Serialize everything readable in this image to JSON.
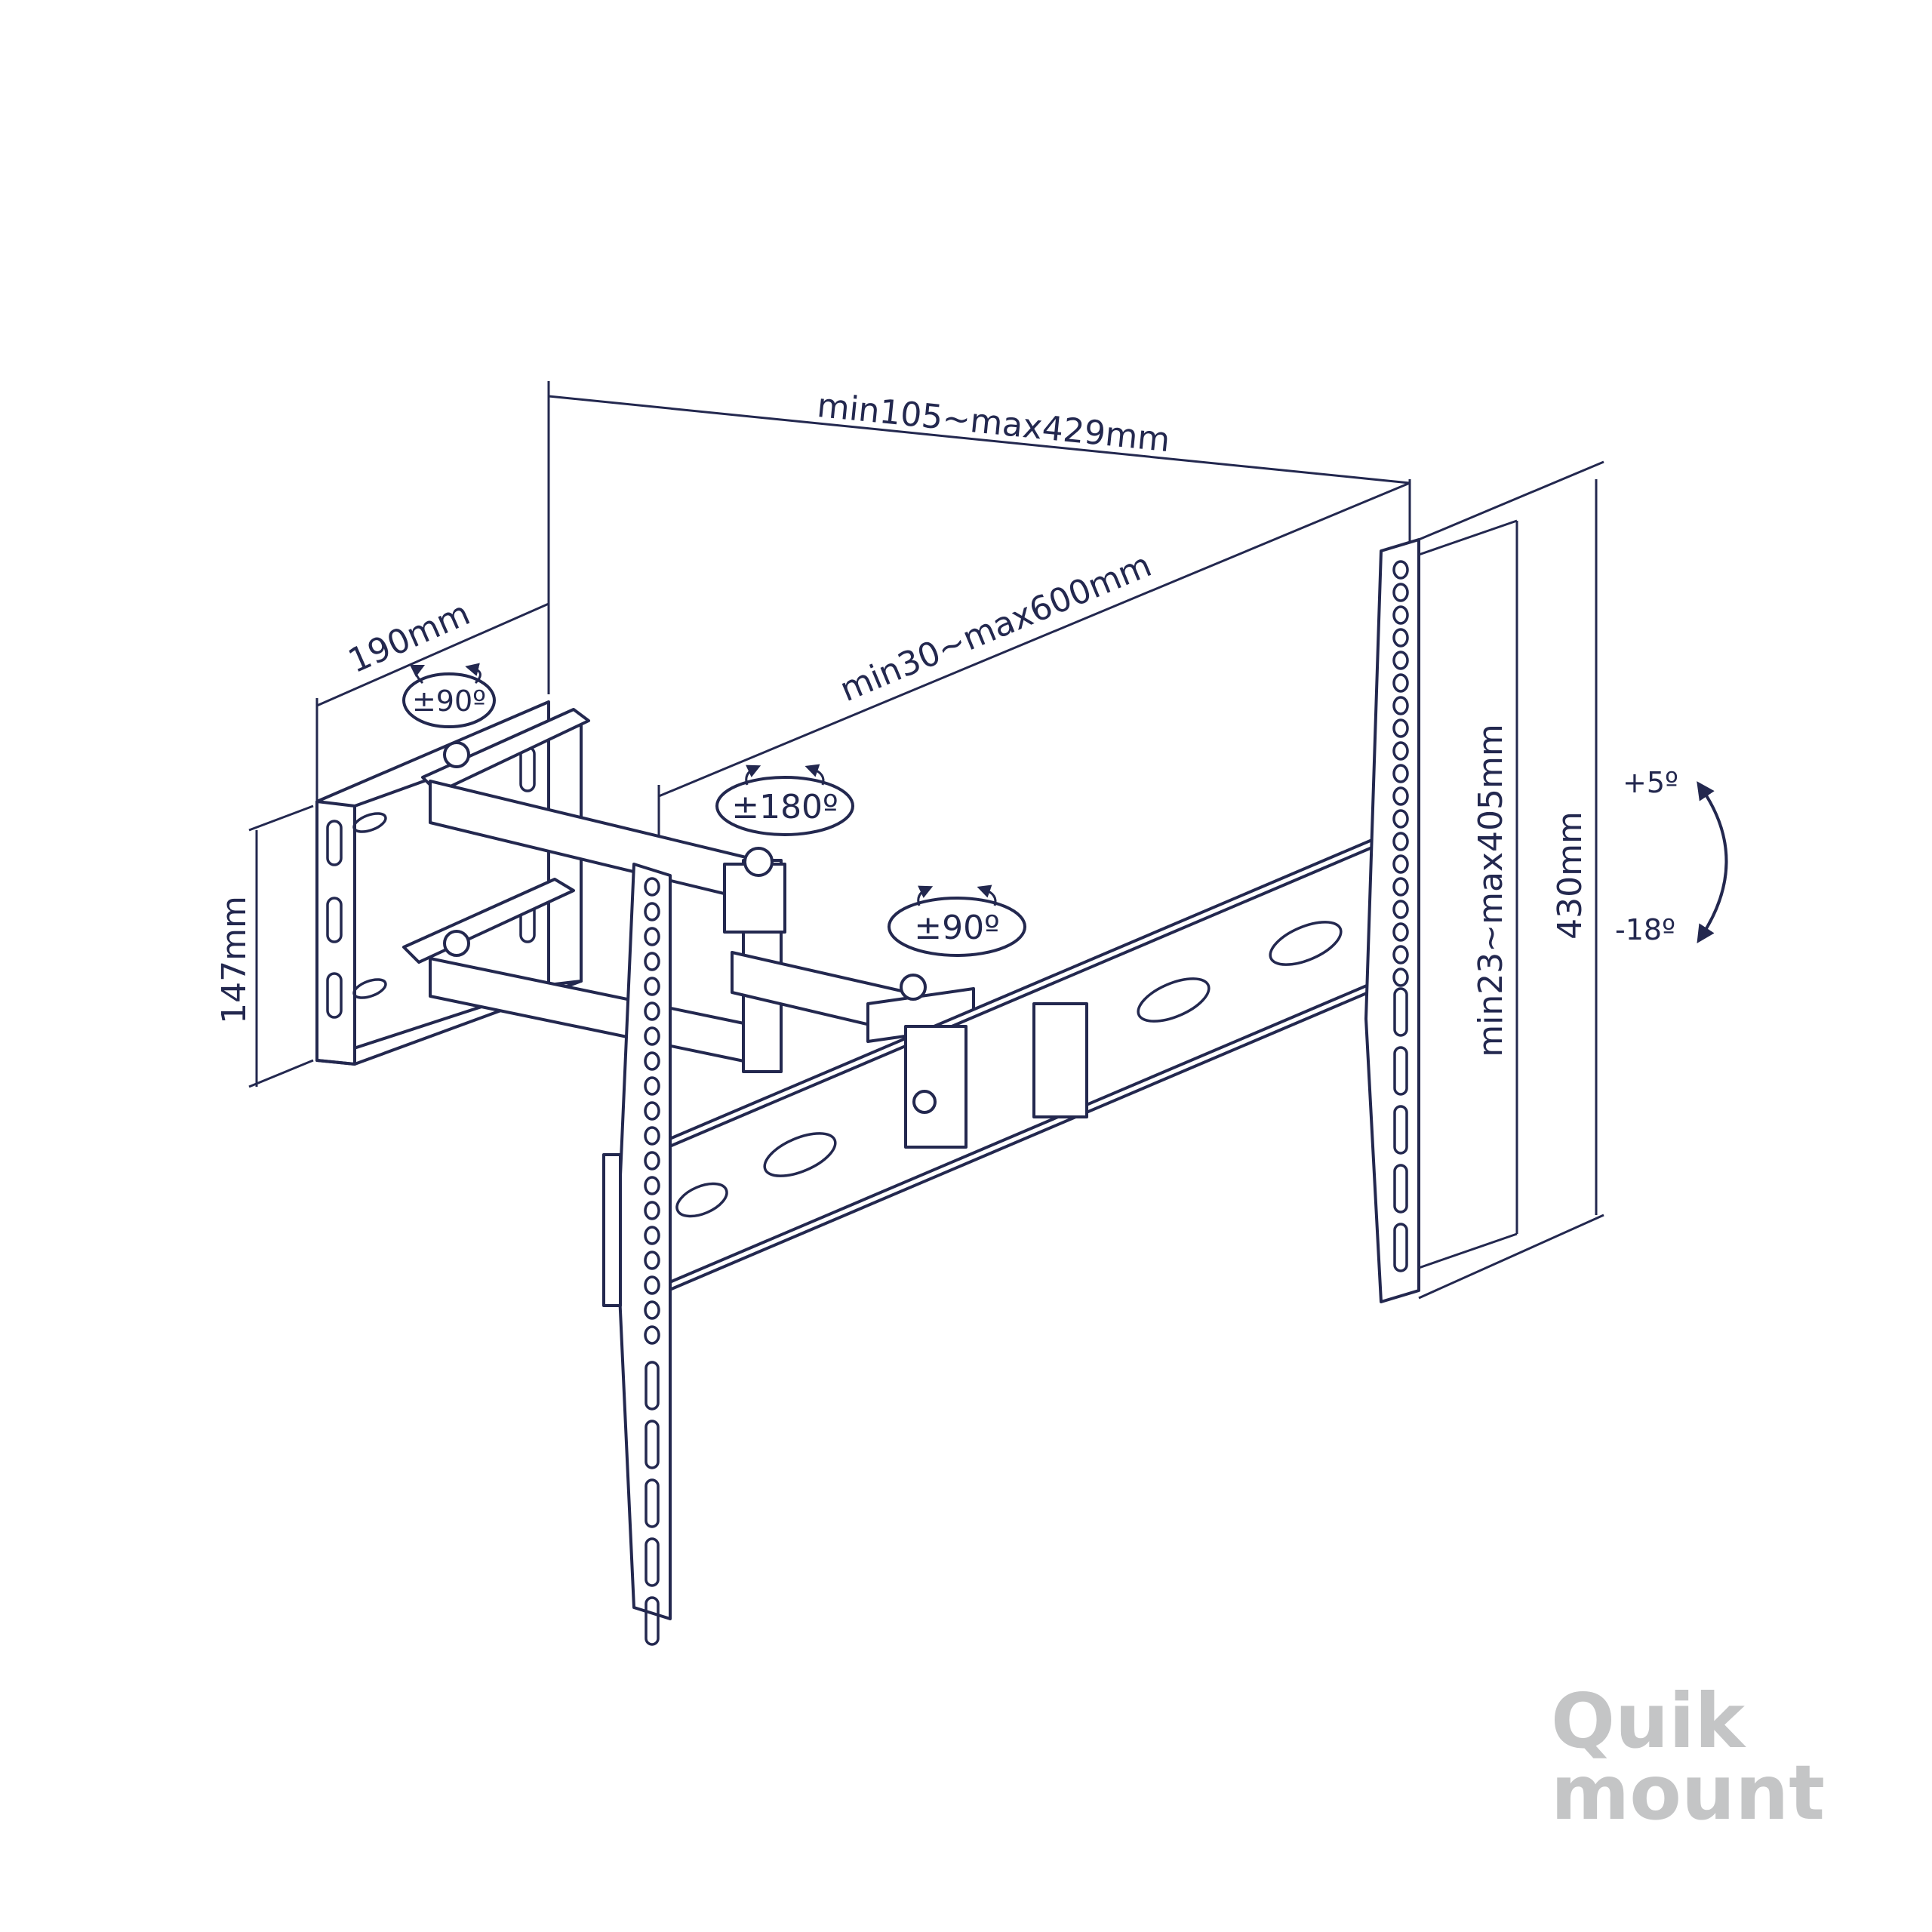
{
  "dimensions": {
    "depth_top": "min105~max429mm",
    "arm_extension": "min30~max600mm",
    "wall_plate_width": "190mm",
    "wall_plate_height": "147mm",
    "vesa_vertical": "min23~max405mm",
    "bracket_height": "430mm"
  },
  "rotations": {
    "wall_swivel": "±90º",
    "arm_swivel": "±180º",
    "head_swivel": "±90º"
  },
  "tilt": {
    "up": "+5º",
    "down": "-18º"
  },
  "brand": {
    "line1": "Quik",
    "line2": "mount"
  },
  "colors": {
    "line": "#23284f",
    "logo": "#c4c5c6",
    "background": "#ffffff"
  }
}
